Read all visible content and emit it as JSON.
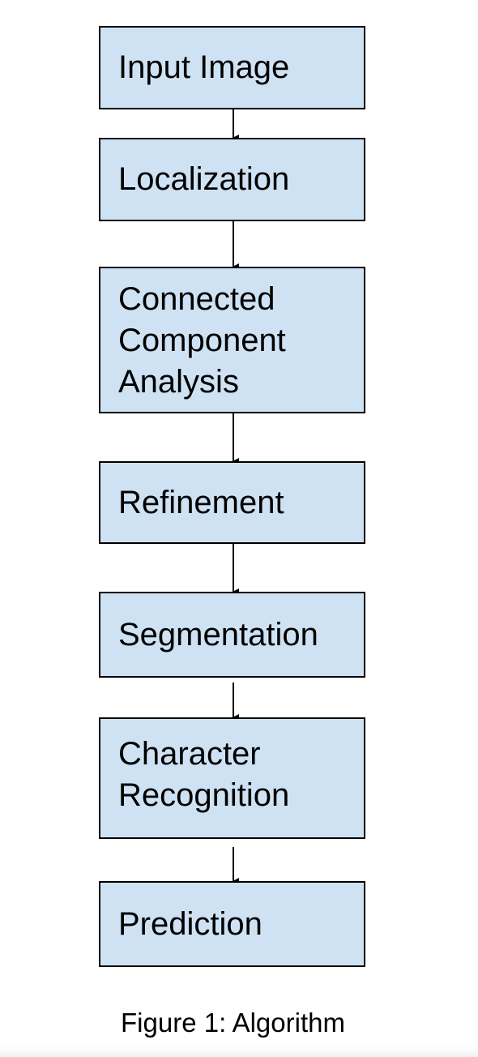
{
  "steps": [
    {
      "lines": [
        "Input Image"
      ]
    },
    {
      "lines": [
        "Localization"
      ]
    },
    {
      "lines": [
        "Connected",
        "Component",
        "Analysis"
      ]
    },
    {
      "lines": [
        "Refinement"
      ]
    },
    {
      "lines": [
        "Segmentation"
      ]
    },
    {
      "lines": [
        "Character",
        "Recognition"
      ]
    },
    {
      "lines": [
        "Prediction"
      ]
    }
  ],
  "caption": "Figure 1: Algorithm",
  "colors": {
    "box_fill": "#cfe2f3",
    "box_border": "#000000",
    "arrow": "#000000"
  }
}
